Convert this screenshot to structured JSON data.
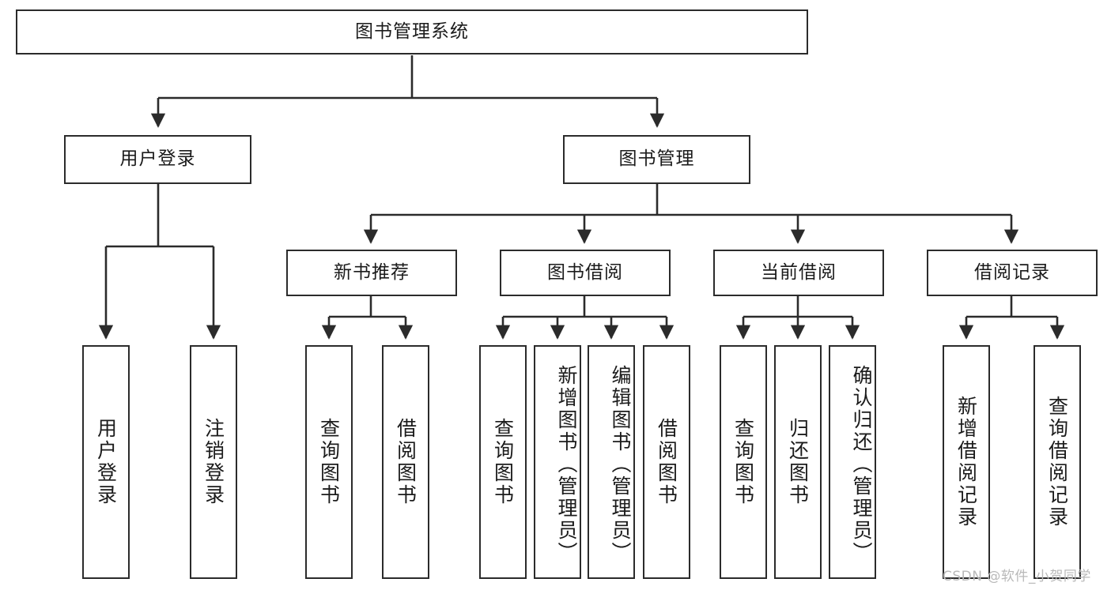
{
  "diagram": {
    "title": "图书管理系统",
    "type": "tree-hierarchy",
    "watermark": "CSDN @软件_小贺同学",
    "colors": {
      "box_border": "#2b2b2b",
      "box_fill": "#ffffff",
      "connector": "#2b2b2b",
      "text": "#1b1b1b",
      "watermark": "#b9b9b9"
    },
    "levels": {
      "root": "图书管理系统",
      "level2": [
        "用户登录",
        "图书管理"
      ],
      "level3": [
        "新书推荐",
        "图书借阅",
        "当前借阅",
        "借阅记录"
      ],
      "level4": [
        "用户登录",
        "注销登录",
        "查询图书",
        "借阅图书",
        "查询图书",
        "新增图书（管理员）",
        "编辑图书（管理员）",
        "借阅图书",
        "查询图书",
        "归还图书",
        "确认归还（管理员）",
        "新增借阅记录",
        "查询借阅记录"
      ]
    },
    "nodes": {
      "root": {
        "label": "图书管理系统"
      },
      "user_login": {
        "label": "用户登录"
      },
      "book_mgmt": {
        "label": "图书管理"
      },
      "new_book_rec": {
        "label": "新书推荐"
      },
      "book_borrow": {
        "label": "图书借阅"
      },
      "current_borrow": {
        "label": "当前借阅"
      },
      "borrow_record": {
        "label": "借阅记录"
      },
      "leaf_user_login": {
        "label": "用户登录"
      },
      "leaf_logout": {
        "label": "注销登录"
      },
      "leaf_query_book_1": {
        "label": "查询图书"
      },
      "leaf_borrow_book_1": {
        "label": "借阅图书"
      },
      "leaf_query_book_2": {
        "label": "查询图书"
      },
      "leaf_add_book": {
        "label": "新增图书（管理员）"
      },
      "leaf_edit_book": {
        "label": "编辑图书（管理员）"
      },
      "leaf_borrow_book_2": {
        "label": "借阅图书"
      },
      "leaf_query_book_3": {
        "label": "查询图书"
      },
      "leaf_return_book": {
        "label": "归还图书"
      },
      "leaf_confirm_return": {
        "label": "确认归还（管理员）"
      },
      "leaf_add_record": {
        "label": "新增借阅记录"
      },
      "leaf_query_record": {
        "label": "查询借阅记录"
      }
    },
    "edges": [
      {
        "from": "root",
        "to": "user_login"
      },
      {
        "from": "root",
        "to": "book_mgmt"
      },
      {
        "from": "user_login",
        "to": "leaf_user_login"
      },
      {
        "from": "user_login",
        "to": "leaf_logout"
      },
      {
        "from": "book_mgmt",
        "to": "new_book_rec"
      },
      {
        "from": "book_mgmt",
        "to": "book_borrow"
      },
      {
        "from": "book_mgmt",
        "to": "current_borrow"
      },
      {
        "from": "book_mgmt",
        "to": "borrow_record"
      },
      {
        "from": "new_book_rec",
        "to": "leaf_query_book_1"
      },
      {
        "from": "new_book_rec",
        "to": "leaf_borrow_book_1"
      },
      {
        "from": "book_borrow",
        "to": "leaf_query_book_2"
      },
      {
        "from": "book_borrow",
        "to": "leaf_add_book"
      },
      {
        "from": "book_borrow",
        "to": "leaf_edit_book"
      },
      {
        "from": "book_borrow",
        "to": "leaf_borrow_book_2"
      },
      {
        "from": "current_borrow",
        "to": "leaf_query_book_3"
      },
      {
        "from": "current_borrow",
        "to": "leaf_return_book"
      },
      {
        "from": "current_borrow",
        "to": "leaf_confirm_return"
      },
      {
        "from": "borrow_record",
        "to": "leaf_add_record"
      },
      {
        "from": "borrow_record",
        "to": "leaf_query_record"
      }
    ]
  }
}
